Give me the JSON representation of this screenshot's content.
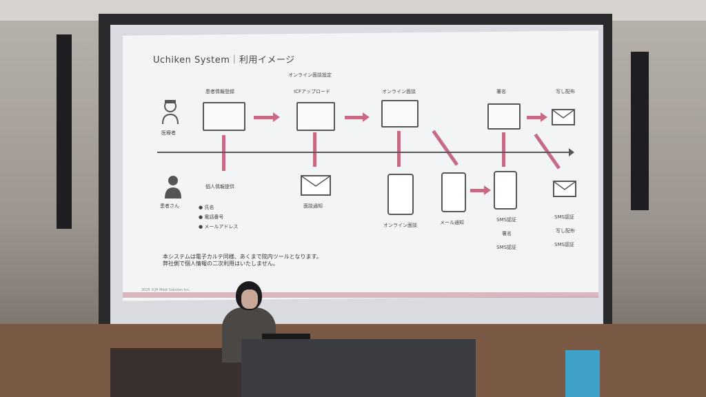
{
  "slide": {
    "title": "Uchiken System｜利用イメージ",
    "roles": {
      "doctor": "医療者",
      "patient": "患者さん"
    },
    "steps": {
      "patient_register": "患者情報登録",
      "online_setup": "オンライン面談設定",
      "icf_upload": "ICFアップロード",
      "online_interview": "オンライン面談",
      "signature": "署名",
      "copy_delivery": "写し配布",
      "personal_info": "個人情報提供",
      "interview_notice": "面談通知",
      "online_interview_patient": "オンライン面談",
      "mail_notice": "メール通知",
      "sms_auth_1": "SMS認証",
      "signature_patient": "署名",
      "sms_auth_2": "SMS認証",
      "sms_auth_3": "SMS認証",
      "copy_delivery_patient": "写し配布",
      "sms_auth_4": "SMS認証"
    },
    "personal_items": [
      "氏名",
      "電話番号",
      "メールアドレス"
    ],
    "note_lines": [
      "本システムは電子カルテ同様、あくまで院内ツールとなります。",
      "弊社側で個人情報の二次利用はいたしません。"
    ],
    "copyright": "2025 ©JH Medi Solution Inc."
  },
  "colors": {
    "accent": "#c66b84",
    "screen": "#f3f4f6",
    "stage": "#7a5a45"
  }
}
